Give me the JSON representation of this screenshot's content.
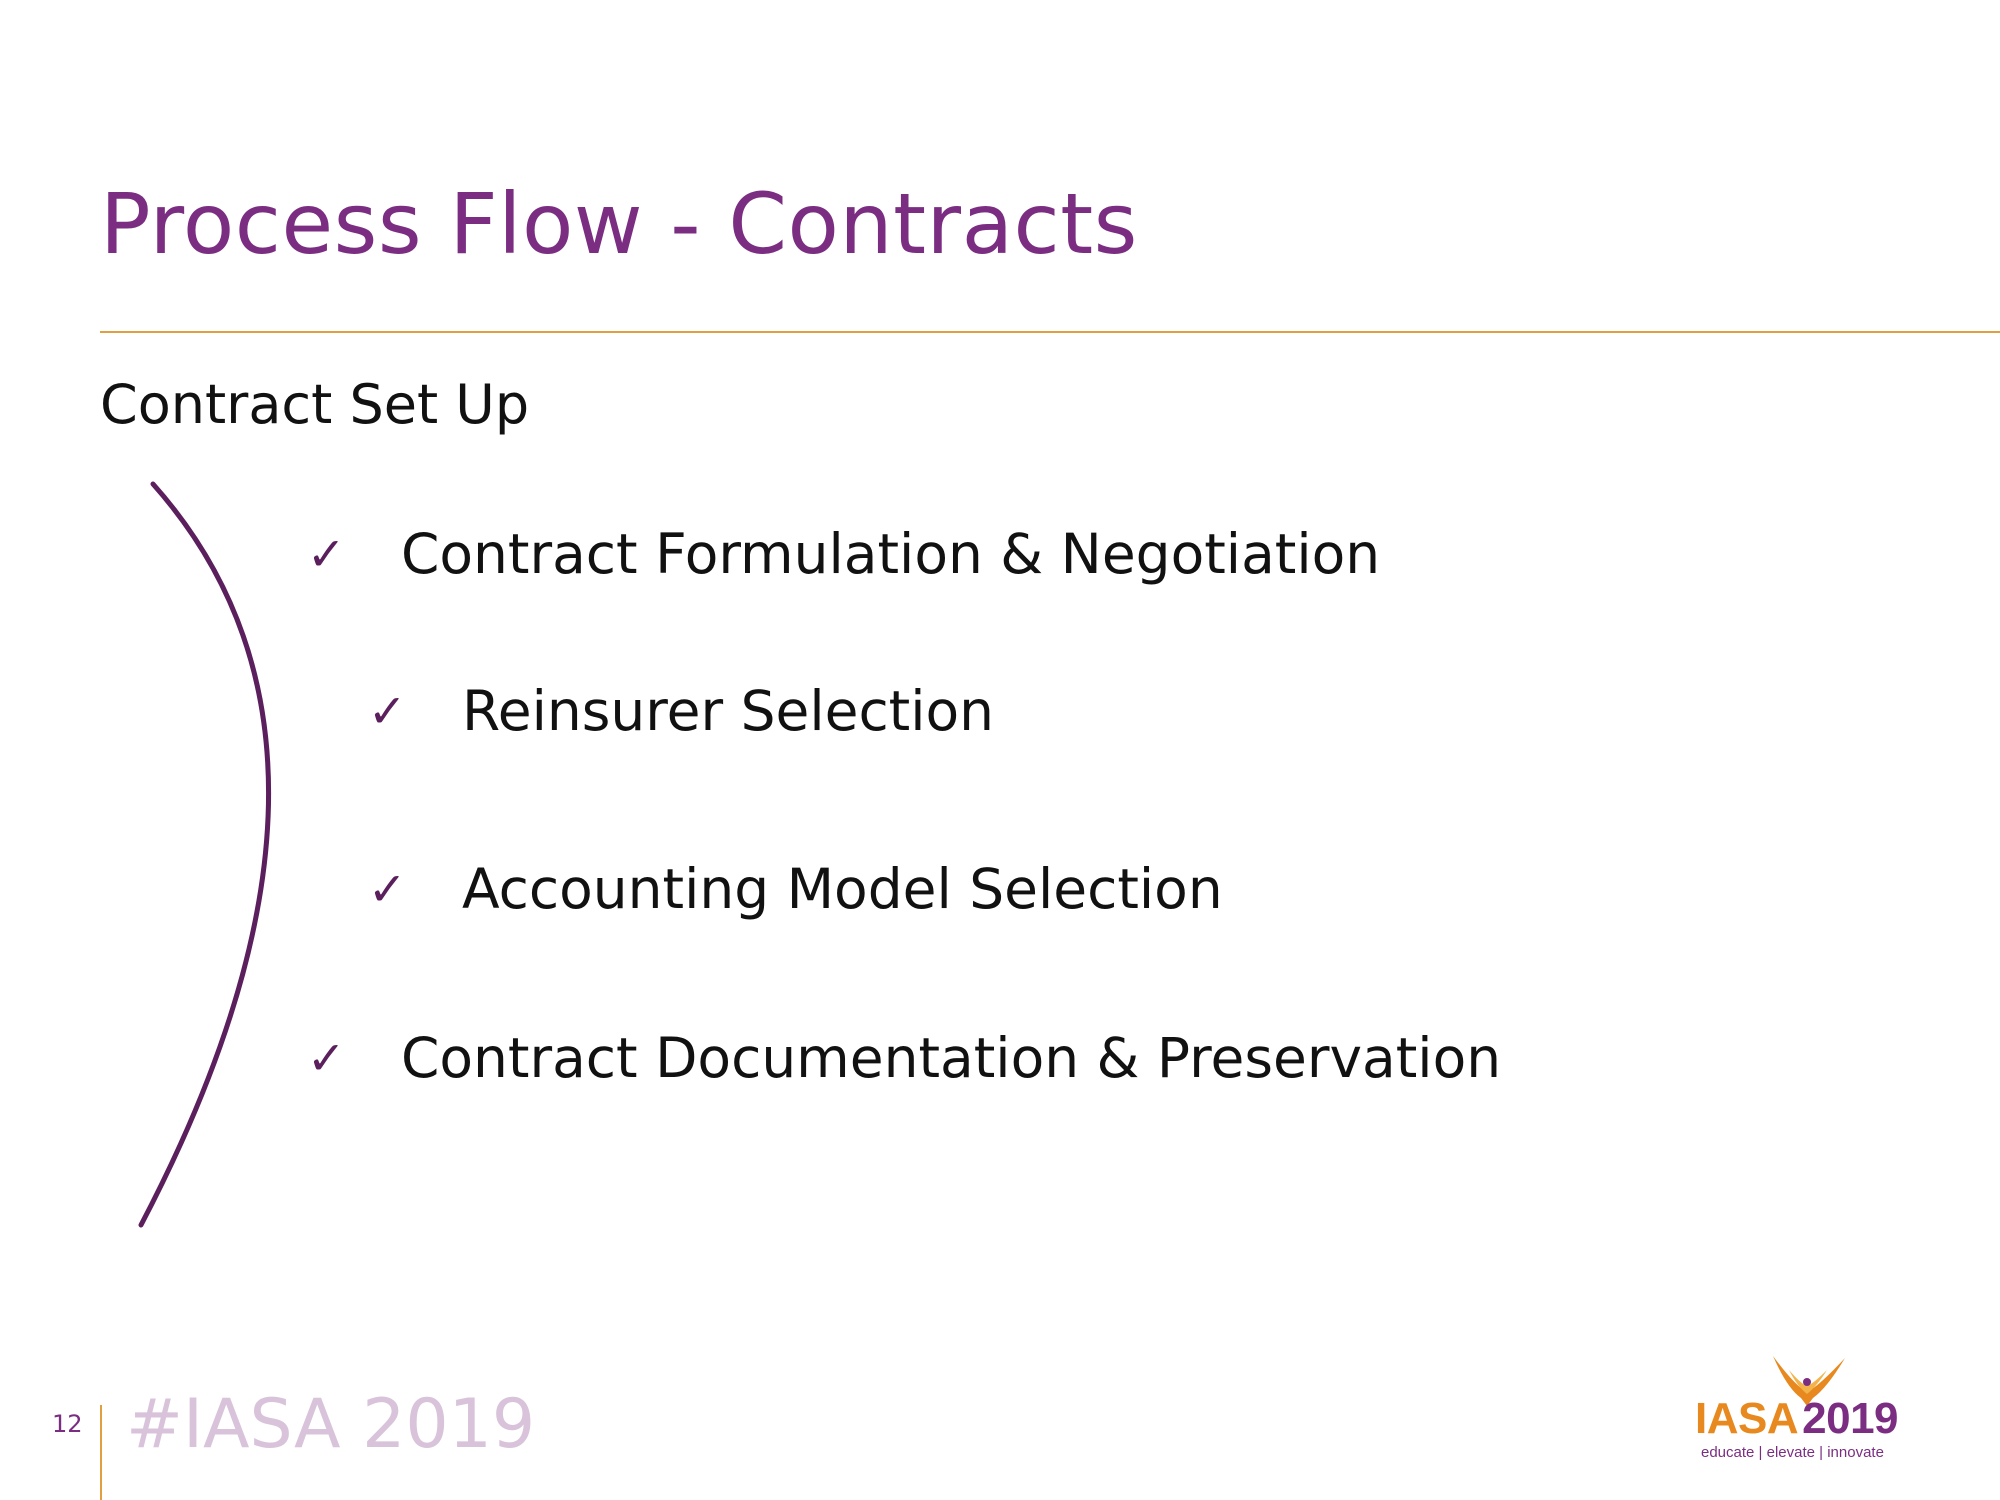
{
  "slide": {
    "title": "Process Flow - Contracts",
    "subheading": "Contract Set Up",
    "items": [
      {
        "check": "✓",
        "label": "Contract Formulation & Negotiation"
      },
      {
        "check": "✓",
        "label": "Reinsurer Selection"
      },
      {
        "check": "✓",
        "label": "Accounting Model Selection"
      },
      {
        "check": "✓",
        "label": "Contract Documentation & Preservation"
      }
    ]
  },
  "footer": {
    "page_number": "12",
    "hashtag": "#IASA 2019",
    "logo": {
      "name": "IASA",
      "year": "2019",
      "tagline": "educate | elevate | innovate"
    }
  },
  "colors": {
    "title": "#7b2d82",
    "accent_rule": "#e0a040",
    "bracket": "#5b1f5e",
    "logo_orange": "#e8891f"
  },
  "icons": {
    "bracket": "curved-bracket-icon",
    "check": "check-icon",
    "logo": "phoenix-logo-icon"
  }
}
